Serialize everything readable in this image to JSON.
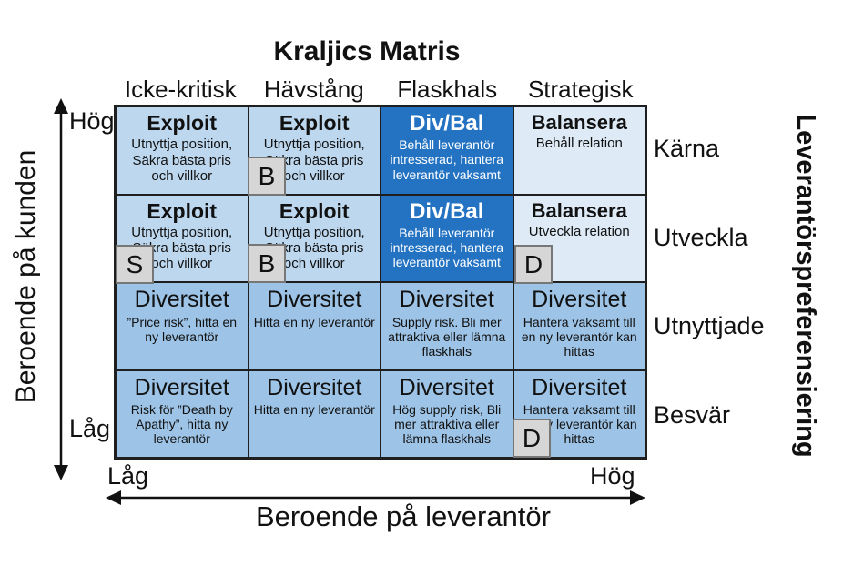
{
  "title": "Kraljics Matris",
  "columns": [
    "Icke-kritisk",
    "Hävstång",
    "Flaskhals",
    "Strategisk"
  ],
  "row_labels": [
    "Kärna",
    "Utveckla",
    "Utnyttjade",
    "Besvär"
  ],
  "axis_left": {
    "label": "Beroende på kunden",
    "top_tick": "Hög",
    "bottom_tick": "Låg"
  },
  "axis_bottom": {
    "label": "Beroende på leverantör",
    "left_tick": "Låg",
    "right_tick": "Hög"
  },
  "axis_right": {
    "label": "Leverantörspreferensiering"
  },
  "cells": [
    {
      "heading": "Exploit",
      "text": "Utnyttja position, Säkra bästa pris och villkor"
    },
    {
      "heading": "Exploit",
      "text": "Utnyttja position, Säkra bästa pris och villkor"
    },
    {
      "heading": "Div/Bal",
      "text": "Behåll leverantör intresserad, hantera leverantör vaksamt"
    },
    {
      "heading": "Balansera",
      "text": "Behåll relation"
    },
    {
      "heading": "Exploit",
      "text": "Utnyttja position, Säkra bästa pris och villkor"
    },
    {
      "heading": "Exploit",
      "text": "Utnyttja position, Säkra bästa pris och villkor"
    },
    {
      "heading": "Div/Bal",
      "text": "Behåll leverantör intresserad, hantera leverantör vaksamt"
    },
    {
      "heading": "Balansera",
      "text": "Utveckla relation"
    },
    {
      "heading": "Diversitet",
      "text": "”Price risk”, hitta en ny leverantör"
    },
    {
      "heading": "Diversitet",
      "text": "Hitta en ny leverantör"
    },
    {
      "heading": "Diversitet",
      "text": "Supply risk. Bli mer attraktiva eller lämna flaskhals"
    },
    {
      "heading": "Diversitet",
      "text": "Hantera vaksamt till en ny leverantör kan hittas"
    },
    {
      "heading": "Diversitet",
      "text": "Risk för ”Death by Apathy”, hitta ny leverantör"
    },
    {
      "heading": "Diversitet",
      "text": "Hitta en ny leverantör"
    },
    {
      "heading": "Diversitet",
      "text": "Hög supply risk, Bli mer attraktiva eller lämna flaskhals"
    },
    {
      "heading": "Diversitet",
      "text": "Hantera vaksamt till en ny leverantör kan hittas"
    }
  ],
  "markers": [
    {
      "letter": "B"
    },
    {
      "letter": "S"
    },
    {
      "letter": "B"
    },
    {
      "letter": "D"
    },
    {
      "letter": "D"
    }
  ],
  "colors": {
    "cell_light": "#BDD7EE",
    "cell_medium": "#9DC3E6",
    "cell_dark": "#2473C2",
    "cell_pale": "#DEEBF7",
    "marker_bg": "#D6D6D6",
    "line": "#1f1f1f"
  }
}
